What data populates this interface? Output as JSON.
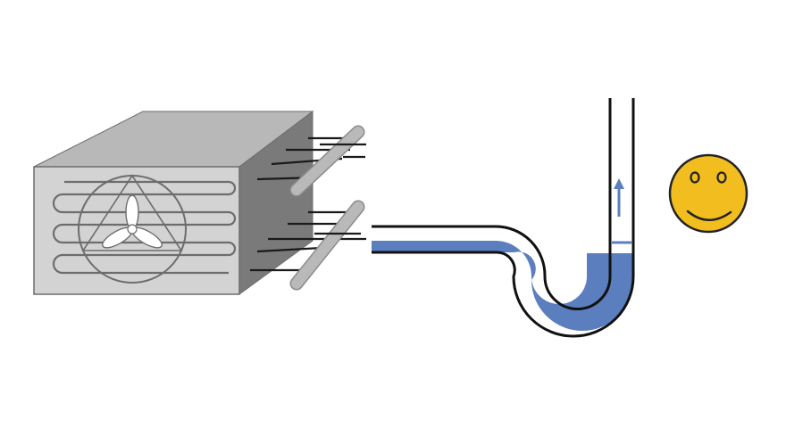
{
  "diagram": {
    "components": [
      "ac-unit",
      "connector-pipes",
      "u-tube-manometer",
      "smiley-face"
    ],
    "colors": {
      "unit_front": "#d3d3d3",
      "unit_top": "#b8b8b8",
      "unit_side": "#7a7a7a",
      "unit_outline": "#6d6d6d",
      "pipe_gray": "#b9b9b9",
      "wire": "#1a1a1a",
      "tube_outline": "#111111",
      "fluid": "#5b7fbe",
      "arrow": "#5b7fbe",
      "face_fill": "#f2bd1e",
      "face_outline": "#222222"
    },
    "icons": {
      "fan": "fan-icon",
      "flow_arrow": "up-arrow-icon",
      "face": "smiley-face-icon"
    },
    "fluid_level": "rising"
  }
}
